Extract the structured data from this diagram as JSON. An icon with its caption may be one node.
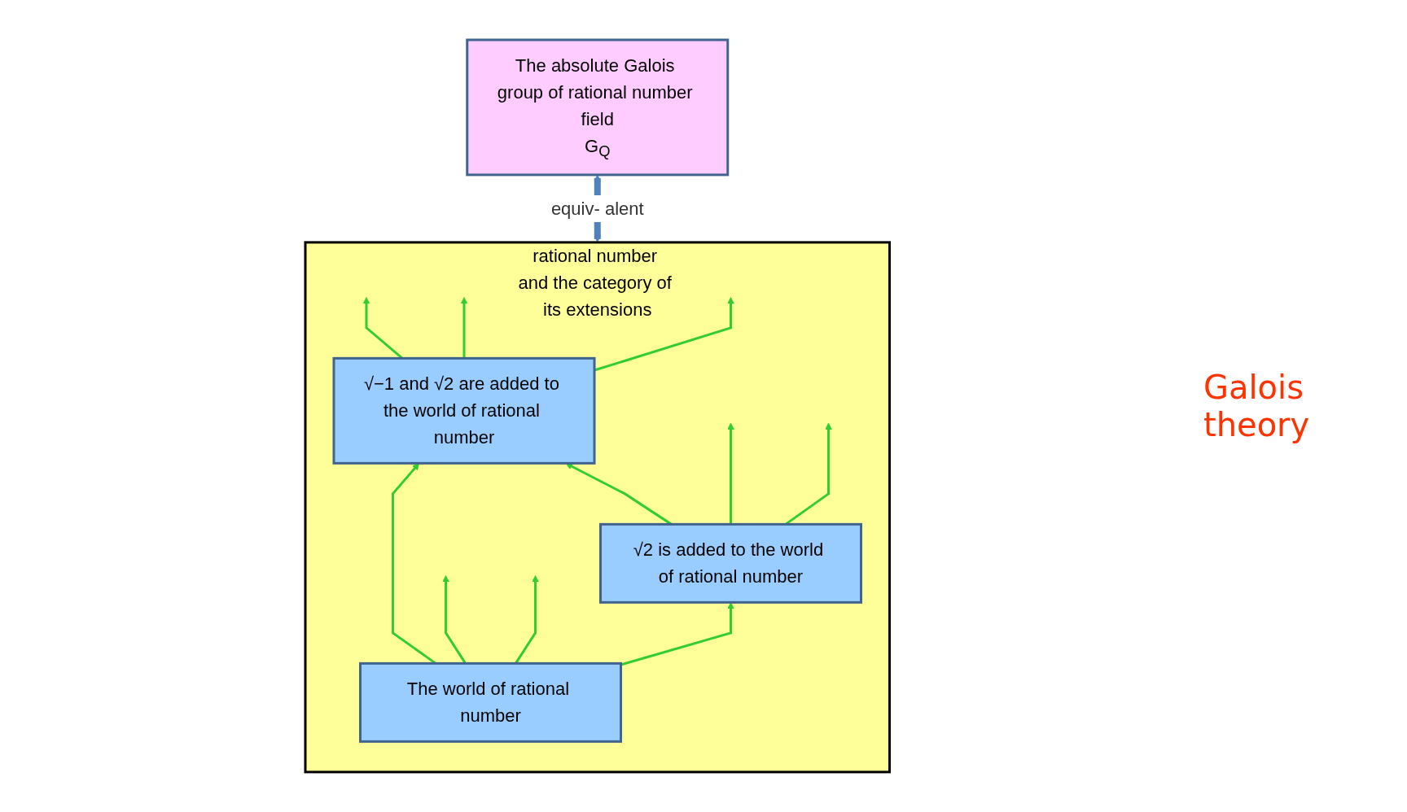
{
  "diagram": {
    "nodes": [
      {
        "text": [
          "rational number and the category of its extensions"
        ]
      },
      {
        "text": [
          "√−1 and √2 are added to the world of rational number"
        ],
        "in": 0
      },
      {
        "text": [
          "√2 is added to the world of rational number"
        ],
        "in": 0
      },
      {
        "text": [
          "The world of rational number"
        ],
        "in": 0
      },
      {
        "text": [
          "The absolute Galois group of rational number field",
          "G$_{Q}$"
        ]
      }
    ],
    "edges": [
      {
        "from": 3,
        "to": 2,
        "arrow": "to",
        "color": "#33cc33"
      },
      {
        "from": 3,
        "to": 1,
        "arrow": "to",
        "color": "#33cc33"
      },
      {
        "from": 3,
        "to": null,
        "arrow": "to",
        "color": "#33cc33"
      },
      {
        "from": 3,
        "to": null,
        "arrow": "to",
        "color": "#33cc33"
      },
      {
        "from": 2,
        "to": null,
        "arrow": "to",
        "color": "#33cc33"
      },
      {
        "from": 2,
        "to": null,
        "arrow": "to",
        "color": "#33cc33"
      },
      {
        "from": 2,
        "to": 1,
        "arrow": "to",
        "color": "#33cc33"
      },
      {
        "from": 1,
        "to": null,
        "arrow": "to",
        "color": "#33cc33"
      },
      {
        "from": 1,
        "to": null,
        "arrow": "to",
        "color": "#33cc33"
      },
      {
        "from": 1,
        "to": null,
        "arrow": "to",
        "color": "#33cc33"
      },
      {
        "from": 0,
        "to": 4,
        "arrow": "both",
        "label": "equiv- alent",
        "style": "thick",
        "color": "#4f81bd"
      }
    ],
    "labels": [
      "Galois theory"
    ]
  }
}
